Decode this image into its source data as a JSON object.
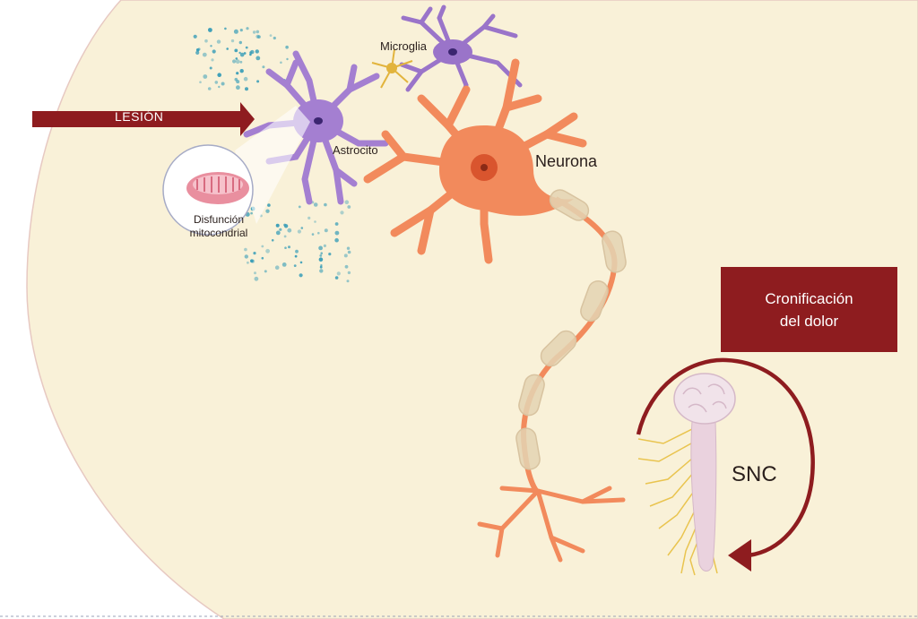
{
  "colors": {
    "background": "#f9f1d8",
    "accent_red": "#8e1c1f",
    "neuron": "#f28a5c",
    "astrocyte": "#a47fd1",
    "microglia": "#9a74c9",
    "myelin": "#e4d3b3",
    "spinal_cord": "#ead2de",
    "nerves": "#e9c44f",
    "dots": "#3d9fb8"
  },
  "labels": {
    "lesion": "LESIÓN",
    "microglia": "Microglia",
    "astrocito": "Astrocito",
    "neurona": "Neurona",
    "mitochondrial_line1": "Disfunción",
    "mitochondrial_line2": "mitocondrial",
    "snc": "SNC",
    "chronic_line1": "Cronificación",
    "chronic_line2": "del dolor"
  },
  "icons": [
    "lesion-arrow-icon",
    "mitochondrion-icon",
    "brain-icon",
    "spinal-cord-icon",
    "cycle-arrow-icon"
  ]
}
